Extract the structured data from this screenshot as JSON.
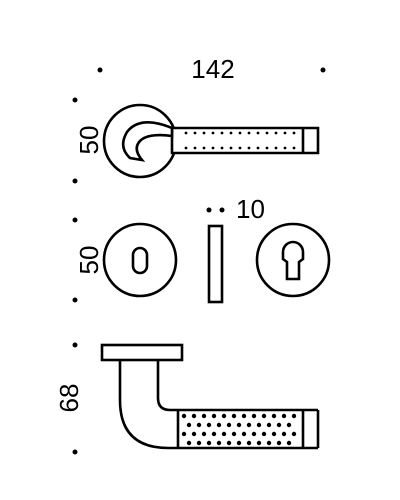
{
  "dimensions": {
    "width_top": "142",
    "height_handle": "50",
    "height_rosettes": "50",
    "gap_plate": "10",
    "height_side": "68"
  },
  "colors": {
    "line": "#000000",
    "background": "#ffffff"
  }
}
